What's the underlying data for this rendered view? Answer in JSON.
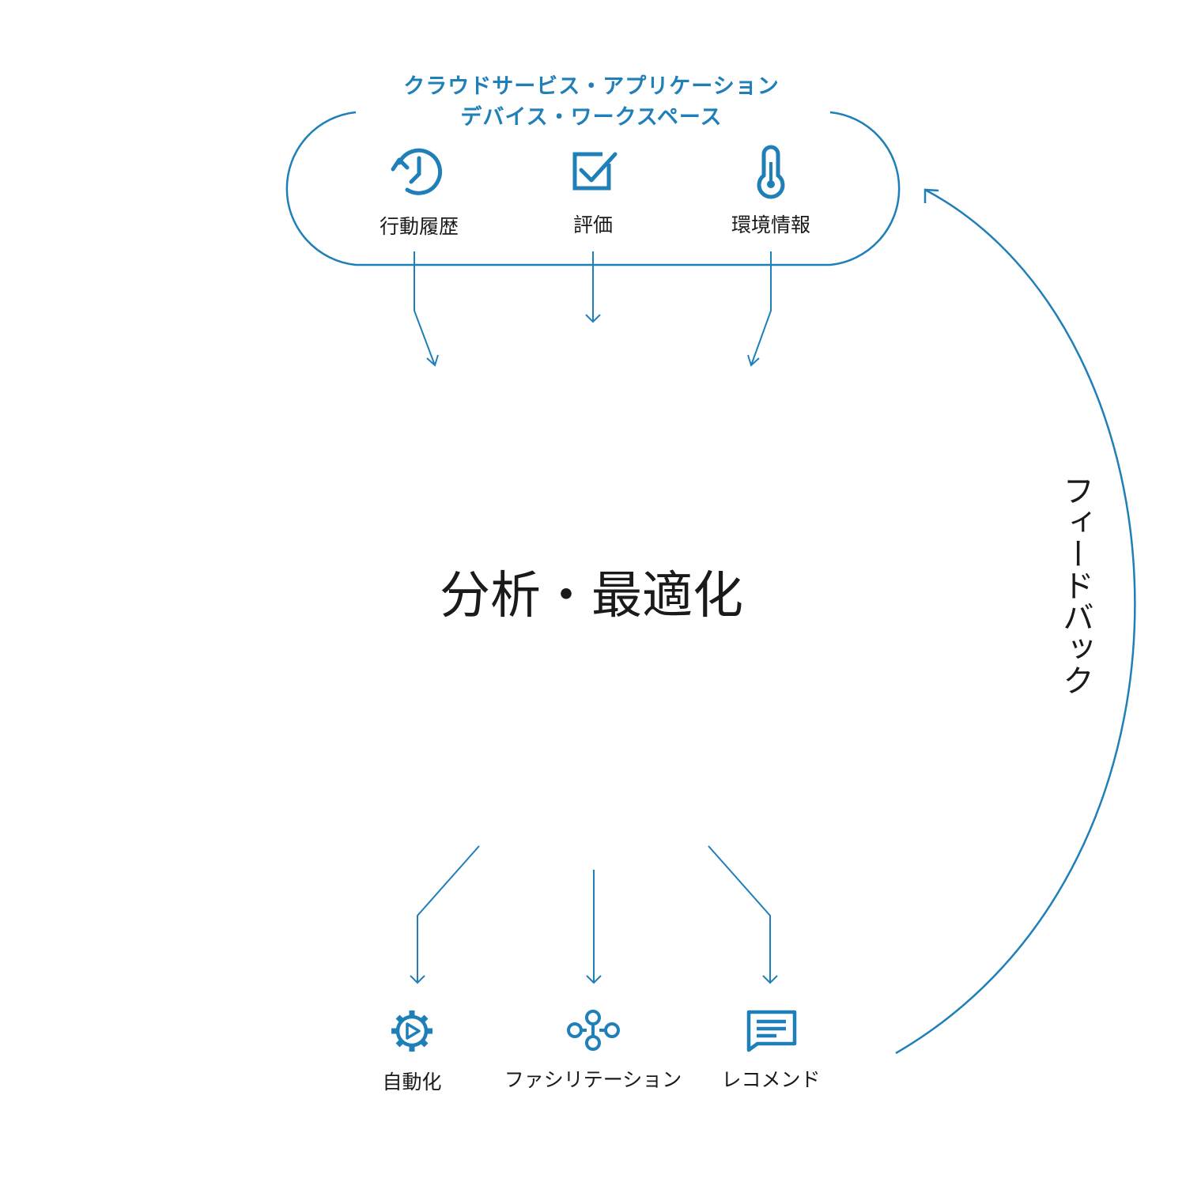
{
  "colors": {
    "accent": "#1f7fb8",
    "text": "#1a1a1a",
    "background": "#ffffff"
  },
  "sources": {
    "title_line1": "クラウドサービス・アプリケーション",
    "title_line2": "デバイス・ワークスペース",
    "items": [
      {
        "label": "行動履歴",
        "icon": "history-icon"
      },
      {
        "label": "評価",
        "icon": "checkbox-icon"
      },
      {
        "label": "環境情報",
        "icon": "thermometer-icon"
      }
    ]
  },
  "center_label": "分析・最適化",
  "outputs": {
    "items": [
      {
        "label": "自動化",
        "icon": "gear-play-icon"
      },
      {
        "label": "ファシリテーション",
        "icon": "network-nodes-icon"
      },
      {
        "label": "レコメンド",
        "icon": "chat-message-icon"
      }
    ]
  },
  "feedback": {
    "label": "フィードバック"
  }
}
